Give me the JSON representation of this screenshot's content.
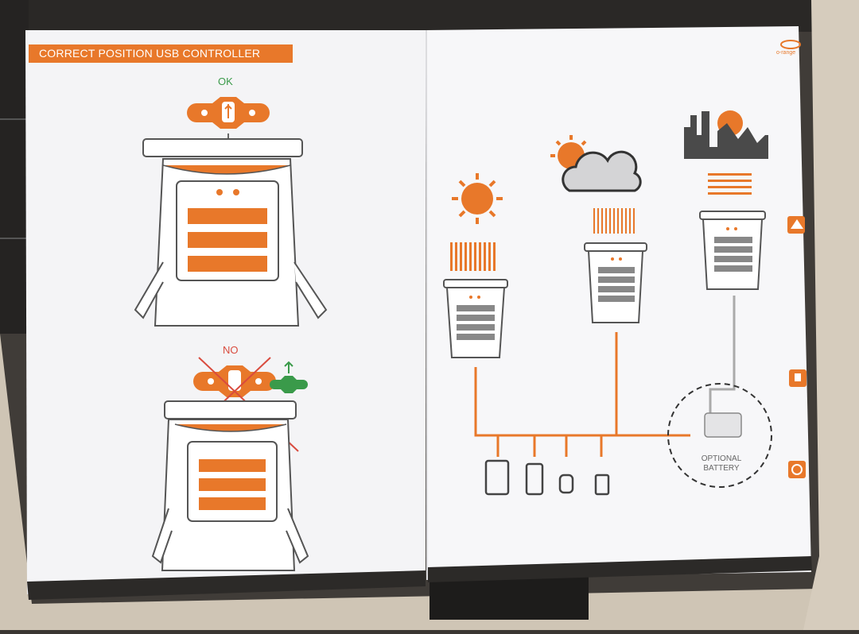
{
  "banner": {
    "title": "CORRECT POSITION USB CONTROLLER"
  },
  "labels": {
    "ok": "OK",
    "no": "NO",
    "battery_line1": "OPTIONAL",
    "battery_line2": "BATTERY"
  },
  "brand": {
    "logo": "o-range"
  },
  "colors": {
    "accent": "#e8782a",
    "ok": "#3a9a4a",
    "no": "#d94b3e",
    "paper": "#f7f7f8",
    "dark": "#2c2a28"
  },
  "icons": [
    "sun-icon",
    "cloud-icon",
    "city-icon",
    "solar-icon",
    "plug-icon",
    "power-icon",
    "tablet-icon",
    "phone-icon",
    "watch-icon",
    "speaker-icon"
  ]
}
